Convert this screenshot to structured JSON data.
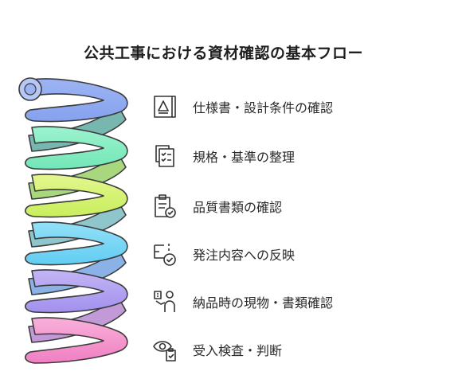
{
  "title": "公共工事における資材確認の基本フロー",
  "steps": [
    {
      "label": "仕様書・設計条件の確認",
      "icon": "blueprint-icon",
      "color": "#8fa9f0"
    },
    {
      "label": "規格・基準の整理",
      "icon": "checklist-documents-icon",
      "color": "#8ef0c5"
    },
    {
      "label": "品質書類の確認",
      "icon": "clipboard-check-icon",
      "color": "#d9f57a"
    },
    {
      "label": "発注内容への反映",
      "icon": "order-check-icon",
      "color": "#7fd8f6"
    },
    {
      "label": "納品時の現物・書類確認",
      "icon": "delivery-inspection-icon",
      "color": "#b5a4f2"
    },
    {
      "label": "受入検査・判断",
      "icon": "inspection-eye-icon",
      "color": "#f59ad0"
    }
  ]
}
